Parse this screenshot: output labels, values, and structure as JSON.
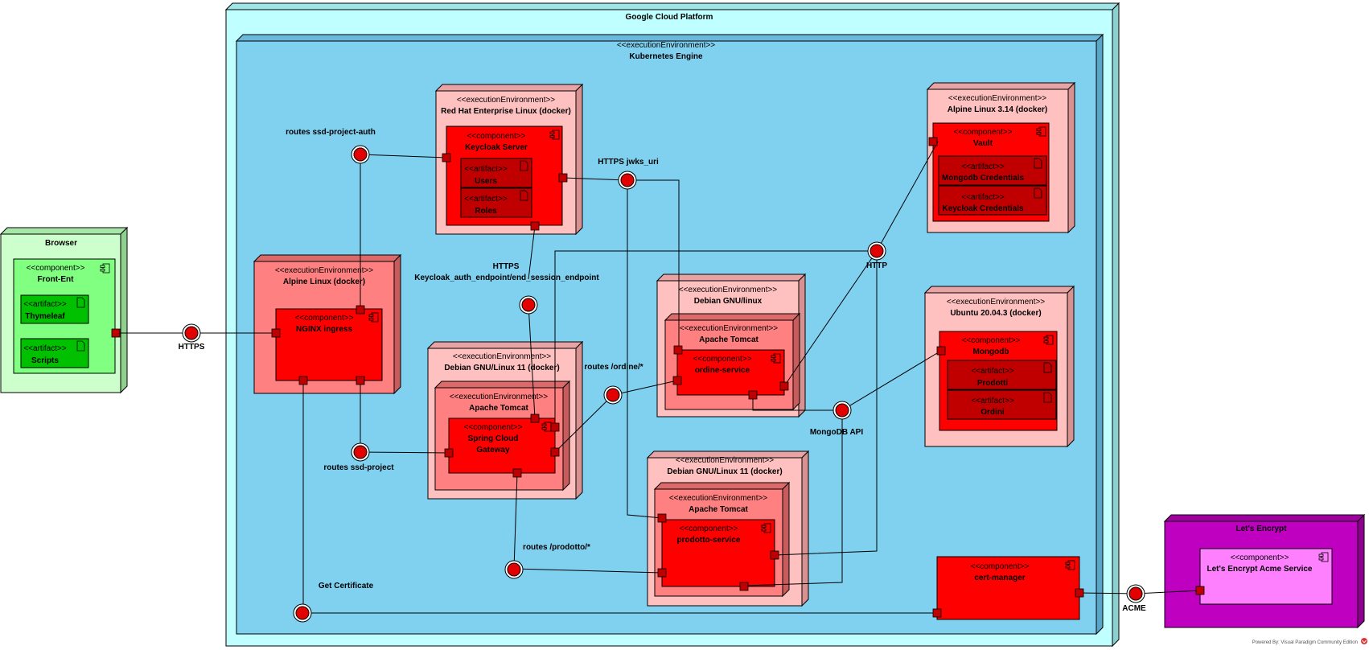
{
  "nodes": {
    "browser": {
      "title": "Browser"
    },
    "gcp": {
      "title": "Google Cloud Platform"
    },
    "k8s": {
      "stereotype": "<<executionEnvironment>>",
      "title": "Kubernetes Engine"
    },
    "rhel": {
      "stereotype": "<<executionEnvironment>>",
      "title": "Red Hat Enterprise Linux (docker)"
    },
    "alpine_docker": {
      "stereotype": "<<executionEnvironment>>",
      "title": "Alpine Linux (docker)"
    },
    "alpine_314": {
      "stereotype": "<<executionEnvironment>>",
      "title": "Alpine Linux 3.14 (docker)"
    },
    "debian_linux": {
      "stereotype": "<<executionEnvironment>>",
      "title": "Debian GNU/linux"
    },
    "tomcat_ordine": {
      "stereotype": "<<executionEnvironment>>",
      "title": "Apache Tomcat"
    },
    "debian11_a": {
      "stereotype": "<<executionEnvironment>>",
      "title": "Debian GNU/Linux 11 (docker)"
    },
    "tomcat_gateway": {
      "stereotype": "<<executionEnvironment>>",
      "title": "Apache Tomcat"
    },
    "debian11_b": {
      "stereotype": "<<executionEnvironment>>",
      "title": "Debian GNU/Linux 11 (docker)"
    },
    "tomcat_prodotto": {
      "stereotype": "<<executionEnvironment>>",
      "title": "Apache Tomcat"
    },
    "ubuntu": {
      "stereotype": "<<executionEnvironment>>",
      "title": "Ubuntu 20.04.3 (docker)"
    },
    "letsencrypt": {
      "title": "Let's Encrypt"
    }
  },
  "components": {
    "frontend": {
      "stereotype": "<<component>>",
      "name": "Front-Ent"
    },
    "keycloak": {
      "stereotype": "<<component>>",
      "name": "Keycloak Server"
    },
    "nginx": {
      "stereotype": "<<component>>",
      "name": "NGINX ingress"
    },
    "vault": {
      "stereotype": "<<component>>",
      "name": "Vault"
    },
    "ordine": {
      "stereotype": "<<component>>",
      "name": "ordine-service"
    },
    "gateway": {
      "stereotype": "<<component>>",
      "name_line1": "Spring Cloud",
      "name_line2": "Gateway"
    },
    "prodotto": {
      "stereotype": "<<component>>",
      "name": "prodotto-service"
    },
    "mongodb": {
      "stereotype": "<<component>>",
      "name": "Mongodb"
    },
    "certmanager": {
      "stereotype": "<<component>>",
      "name": "cert-manager"
    },
    "acme_service": {
      "stereotype": "<<component>>",
      "name": "Let's Encrypt Acme Service"
    }
  },
  "artifacts": {
    "thymeleaf": {
      "stereotype": "<<artifact>>",
      "name": "Thymeleaf"
    },
    "scripts": {
      "stereotype": "<<artifact>>",
      "name": "Scripts"
    },
    "users": {
      "stereotype": "<<artifact>>",
      "name": "Users"
    },
    "roles": {
      "stereotype": "<<artifact>>",
      "name": "Roles"
    },
    "mongo_creds": {
      "stereotype": "<<artifact>>",
      "name": "Mongodb Credentials"
    },
    "keycloak_creds": {
      "stereotype": "<<artifact>>",
      "name": "Keycloak Credentials"
    },
    "prodotti": {
      "stereotype": "<<artifact>>",
      "name": "Prodotti"
    },
    "ordini": {
      "stereotype": "<<artifact>>",
      "name": "Ordini"
    }
  },
  "interfaces": {
    "https": "HTTPS",
    "routes_auth": "routes ssd-project-auth",
    "https_keycloak_line1": "HTTPS",
    "https_keycloak_line2": "Keycloak_auth_endpoint/end_session_endpoint",
    "https_jwks": "HTTPS jwks_uri",
    "http": "HTTP",
    "routes_ordine": "routes /ordine/*",
    "mongodb_api": "MongoDB API",
    "routes_project": "routes ssd-project",
    "routes_prodotto": "routes /prodotto/*",
    "get_certificate": "Get Certificate",
    "acme": "ACME"
  },
  "footer": {
    "credit": "Powered By: Visual Paradigm Community Edition"
  },
  "colors": {
    "browser_node": "#ccffcc",
    "browser_component": "#80ff80",
    "browser_artifact": "#00c000",
    "gcp_node": "#c0ffff",
    "k8s_env": "#80d0f0",
    "env_pink": "#ffc0c0",
    "env_salmon": "#ff8080",
    "component_red": "#ff0000",
    "artifact_darkred": "#c00000",
    "letsencrypt_node": "#c000c0",
    "letsencrypt_component": "#ff80ff"
  }
}
